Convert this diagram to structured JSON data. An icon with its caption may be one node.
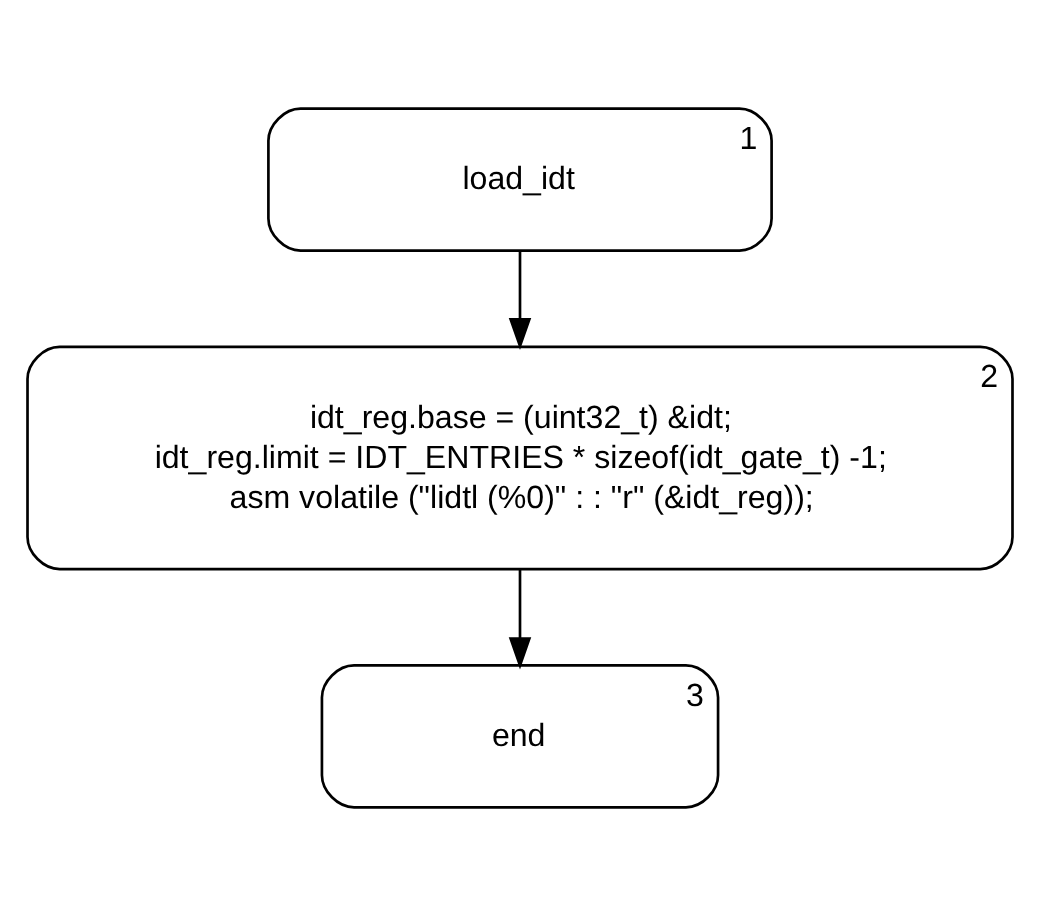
{
  "diagram": {
    "nodes": [
      {
        "text": [
          "1",
          "load_idt"
        ]
      },
      {
        "text": [
          "2",
          "idt_reg.base = (uint32_t) &idt;",
          "idt_reg.limit = IDT_ENTRIES * sizeof(idt_gate_t) -1;",
          "asm volatile (\"lidtl (%0)\" : : \"r\" (&idt_reg));"
        ]
      },
      {
        "text": [
          "3",
          "end"
        ]
      }
    ],
    "edges": [
      {
        "from": 0,
        "to": 1,
        "arrow": "to"
      },
      {
        "from": 1,
        "to": 2,
        "arrow": "to"
      }
    ]
  }
}
